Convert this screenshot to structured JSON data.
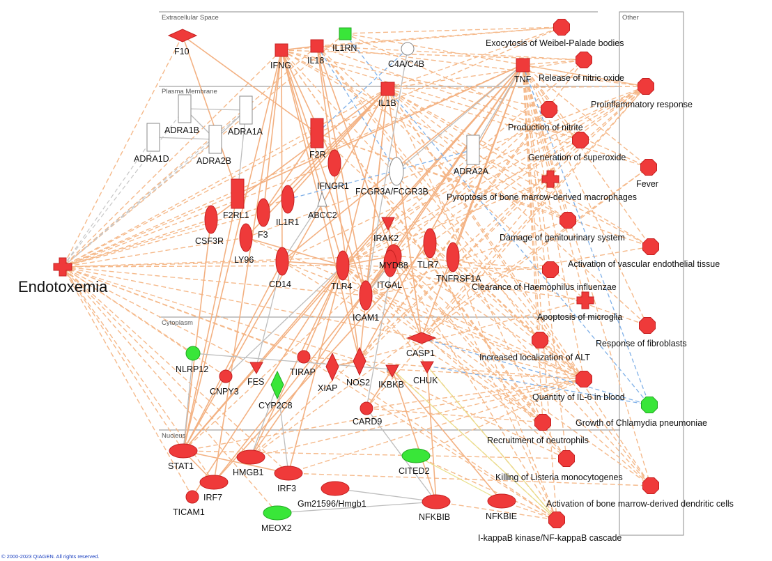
{
  "compartments": {
    "extracellular": "Extracellular Space",
    "plasma": "Plasma Membrane",
    "cytoplasm": "Cytoplasm",
    "nucleus": "Nucleus",
    "other": "Other"
  },
  "nodes": {
    "endotoxemia": "Endotoxemia",
    "f10": "F10",
    "ifng": "IFNG",
    "il18": "IL18",
    "il1rn": "IL1RN",
    "c4a": "C4A/C4B",
    "tnf": "TNF",
    "il1b": "IL1B",
    "adra1b": "ADRA1B",
    "adra1a": "ADRA1A",
    "adra1d": "ADRA1D",
    "adra2b": "ADRA2B",
    "f2r": "F2R",
    "ifngr1": "IFNGR1",
    "fcgr3a": "FCGR3A/FCGR3B",
    "adra2a": "ADRA2A",
    "f2rl1": "F2RL1",
    "il1r1": "IL1R1",
    "abcc2": "ABCC2",
    "csf3r": "CSF3R",
    "f3": "F3",
    "ly96": "LY96",
    "cd14": "CD14",
    "irak2": "IRAK2",
    "myd88": "MYD88",
    "tlr7": "TLR7",
    "tnfrsf1a": "TNFRSF1A",
    "tlr4": "TLR4",
    "itgal": "ITGAL",
    "icam1": "ICAM1",
    "nlrp12": "NLRP12",
    "cnpy3": "CNPY3",
    "fes": "FES",
    "tirap": "TIRAP",
    "cyp2c8": "CYP2C8",
    "xiap": "XIAP",
    "nos2": "NOS2",
    "ikbkb": "IKBKB",
    "chuk": "CHUK",
    "casp1": "CASP1",
    "card9": "CARD9",
    "stat1": "STAT1",
    "hmgb1": "HMGB1",
    "irf3": "IRF3",
    "irf7": "IRF7",
    "ticam1": "TICAM1",
    "gm21596": "Gm21596/Hmgb1",
    "cited2": "CITED2",
    "nfkbib": "NFKBIB",
    "nfkbie": "NFKBIE",
    "meox2": "MEOX2"
  },
  "functions": {
    "weibel": "Exocytosis of Weibel-Palade bodies",
    "nitric": "Release of nitric oxide",
    "proinflam": "Proinflammatory response",
    "nitrite": "Production of nitrite",
    "superoxide": "Generation of superoxide",
    "fever": "Fever",
    "pyroptosis": "Pyroptosis of bone marrow-derived macrophages",
    "genito": "Damage of genitourinary system",
    "vascular": "Activation of vascular endothelial tissue",
    "haemophilus": "Clearance of Haemophilus influenzae",
    "microglia": "Apoptosis of microglia",
    "fibroblasts": "Response of fibroblasts",
    "alt": "Increased localization of ALT",
    "il6": "Quantity of IL-6 in blood",
    "chlamydia": "Growth of Chlamydia pneumoniae",
    "neutrophils": "Recruitment of neutrophils",
    "listeria": "Killing of Listeria monocytogenes",
    "dendritic": "Activation of bone marrow-derived dendritic cells",
    "ikappab": "I-kappaB kinase/NF-kappaB cascade"
  },
  "copyright": "© 2000-2023 QIAGEN. All rights reserved.",
  "colors": {
    "upregulated": "#ef3a3a",
    "downregulated": "#39e639",
    "neutral": "#ffffff",
    "activation_edge": "#f5b98a",
    "inhibition_edge": "#7fb0e8",
    "other_edge": "#bdbdbd"
  }
}
